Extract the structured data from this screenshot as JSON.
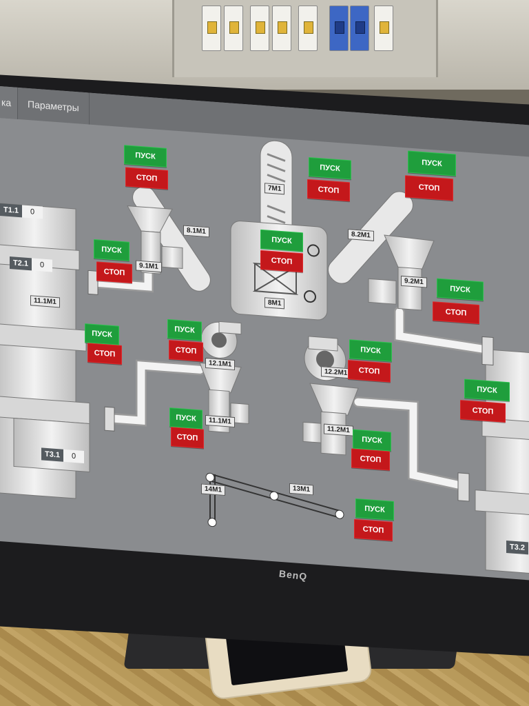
{
  "tabs": [
    {
      "label": "ка",
      "active": true
    },
    {
      "label": "Параметры",
      "active": false
    }
  ],
  "controls": {
    "start_label": "ПУСК",
    "stop_label": "СТОП"
  },
  "motors": {
    "m7": "7М1",
    "m8_1": "8.1М1",
    "m8_2": "8.2М1",
    "m8": "8М1",
    "m9_1": "9.1М1",
    "m9_2": "9.2М1",
    "m11_1": "11.1М1",
    "m11_1b": "11.1М1",
    "m11_2": "11.2М1",
    "m12_1": "12.1М1",
    "m12_2": "12.2М1",
    "m13": "13М1",
    "m14": "14М1"
  },
  "tanks": {
    "t1_1": {
      "name": "Т1.1",
      "value": "0"
    },
    "t2_1": {
      "name": "Т2.1",
      "value": "0"
    },
    "t3_1": {
      "name": "Т3.1",
      "value": "0"
    },
    "t3_2": {
      "name": "Т3.2",
      "value": ""
    }
  },
  "colors": {
    "start": "#1f9e3c",
    "stop": "#c4181b",
    "screen_bg": "#8a8c8f",
    "equipment": "#e6e6e6"
  },
  "monitor_brand": "BenQ"
}
